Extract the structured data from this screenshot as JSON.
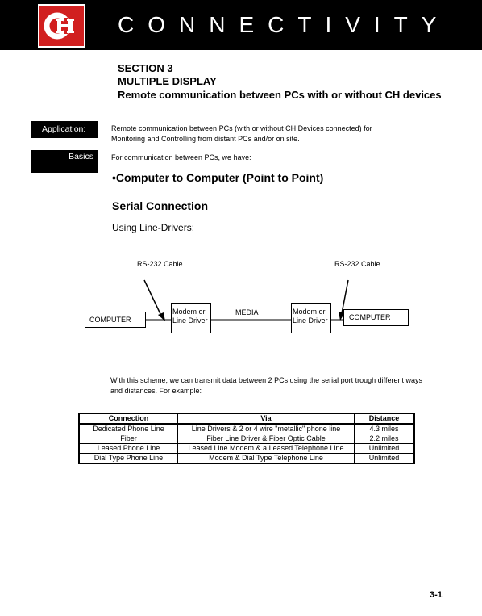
{
  "header": {
    "brand": "CONNECTIVITY",
    "logo": "ch-logo"
  },
  "section": {
    "number": "SECTION 3",
    "title": "MULTIPLE DISPLAY",
    "subtitle": "Remote communication between PCs with or without CH devices"
  },
  "application": {
    "label": "Application:",
    "text_line1": "Remote communication between PCs (with or without CH Devices connected) for",
    "text_line2": "Monitoring and Controlling from distant PCs and/or on site."
  },
  "basics": {
    "label": "Basics",
    "text": "For communication between PCs, we have:"
  },
  "bullet": "•Computer to Computer  (Point to Point)",
  "serial_heading": "Serial Connection",
  "using": "Using Line-Drivers:",
  "diagram": {
    "cable_left": "RS-232 Cable",
    "cable_right": "RS-232 Cable",
    "computer_left": "COMPUTER",
    "modem_left_line1": "Modem or",
    "modem_left_line2": "Line Driver",
    "media": "MEDIA",
    "modem_right_line1": "Modem or",
    "modem_right_line2": "Line Driver",
    "computer_right": "COMPUTER"
  },
  "scheme": {
    "line1": "With this scheme, we can transmit data between 2 PCs using the serial port trough different ways",
    "line2": "and distances.  For example:"
  },
  "table": {
    "headers": [
      "Connection",
      "Via",
      "Distance"
    ],
    "rows": [
      [
        "Dedicated Phone Line",
        "Line Drivers &  2 or 4 wire \"metallic\" phone line",
        "4.3 miles"
      ],
      [
        "Fiber",
        "Fiber Line Driver & Fiber Optic Cable",
        "2.2 miles"
      ],
      [
        "Leased Phone Line",
        "Leased Line Modem &  a Leased Telephone Line",
        "Unlimited"
      ],
      [
        "Dial Type Phone Line",
        "Modem & Dial Type Telephone Line",
        "Unlimited"
      ]
    ]
  },
  "page_number": "3-1"
}
